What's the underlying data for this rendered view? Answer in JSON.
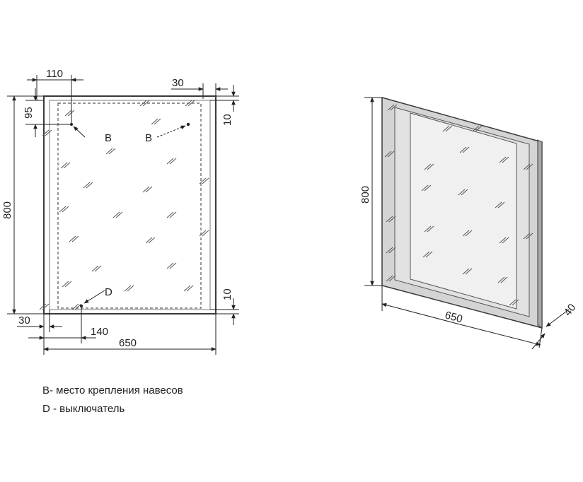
{
  "front_view": {
    "dims": {
      "left_margin": "110",
      "right_margin": "30",
      "top_offset": "95",
      "top_edge": "10",
      "height": "800",
      "bottom_edge": "10",
      "bottom_left": "30",
      "switch_offset": "140",
      "width": "650"
    },
    "labels": {
      "mount_left": "B",
      "mount_right": "B",
      "switch": "D"
    }
  },
  "iso_view": {
    "dims": {
      "height": "800",
      "width": "650",
      "depth": "40"
    }
  },
  "legend": {
    "b": "B- место крепления навесов",
    "d": "D - выключатель"
  },
  "colors": {
    "line": "#3a3a3a",
    "panel": "#cfcfcf",
    "glass": "#e6e6e6"
  }
}
